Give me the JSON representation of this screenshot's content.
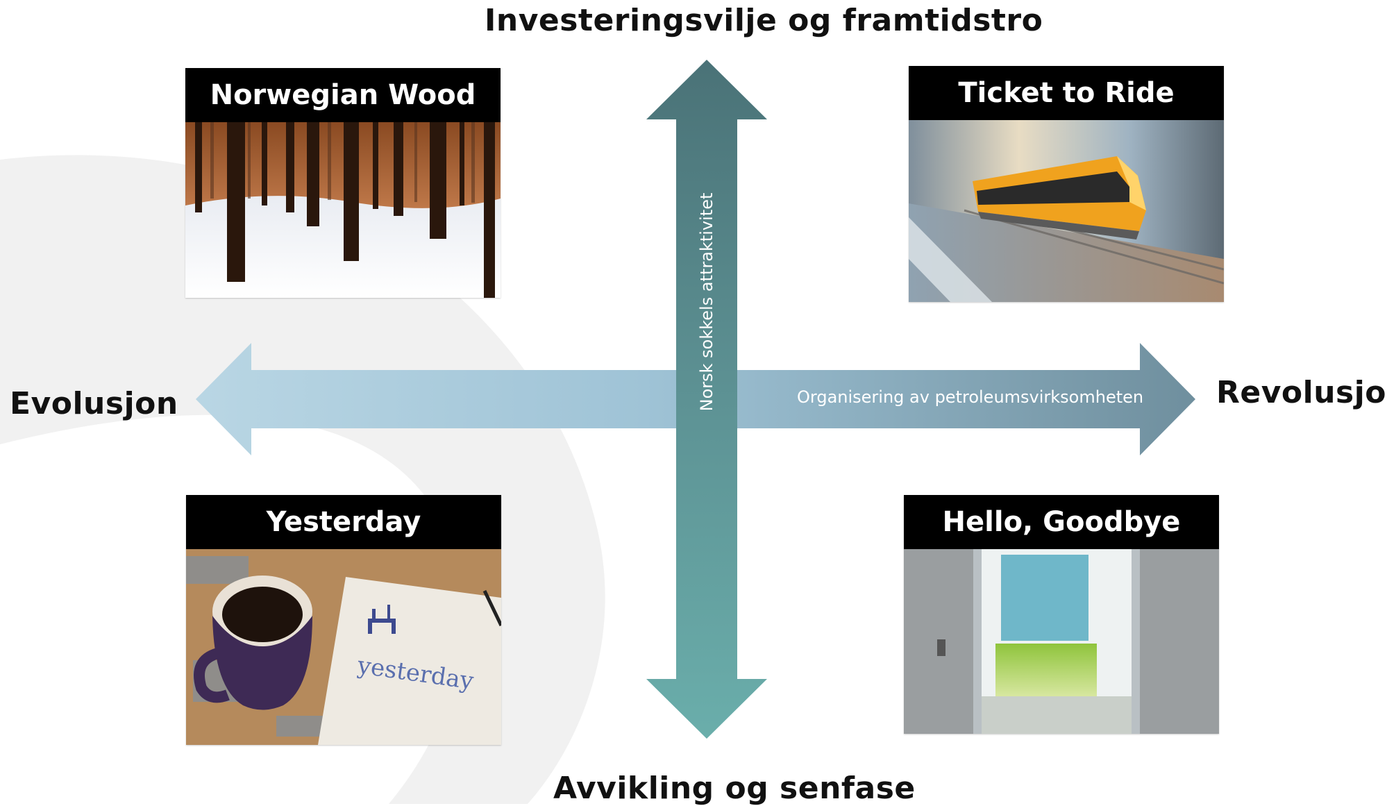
{
  "axes": {
    "top": "Investeringsvilje og framtidstro",
    "bottom": "Avvikling og senfase",
    "left": "Evolusjon",
    "right": "Revolusjon",
    "vertical_axis_text": "Norsk sokkels attraktivitet",
    "horizontal_axis_text": "Organisering av petroleumsvirksomheten"
  },
  "quadrants": {
    "top_left": {
      "title": "Norwegian Wood"
    },
    "top_right": {
      "title": "Ticket to Ride"
    },
    "bottom_left": {
      "title": "Yesterday",
      "napkin_text": "yesterday"
    },
    "bottom_right": {
      "title": "Hello, Goodbye"
    }
  }
}
